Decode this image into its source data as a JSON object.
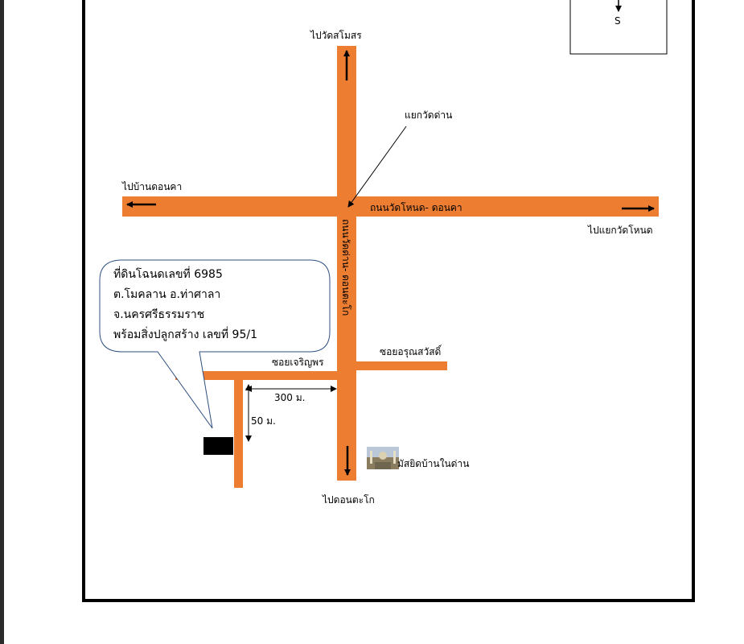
{
  "compass": {
    "south_label": "S"
  },
  "places": {
    "north_dest": "ไปวัดสโมสร",
    "west_dest": "ไปบ้านดอนคา",
    "east_dest": "ไปแยกวัดโหนด",
    "south_dest": "ไปดอนตะโก",
    "junction": "แยกวัดด่าน",
    "mosque": "มัสยิดบ้านในด่าน"
  },
  "roads": {
    "main_ew": "ถนนวัดโหนด- ดอนคา",
    "main_ns": "ถนนวัดด่าน- ดอนตะโก",
    "soi_left": "ซอยเจริญพร",
    "soi_right": "ซอยอรุณสวัสดิ์"
  },
  "distances": {
    "horizontal": "300 ม.",
    "vertical": "50 ม."
  },
  "callout": {
    "line1": "ที่ดินโฉนดเลขที่ 6985",
    "line2": "ต.โมคลาน อ.ท่าศาลา",
    "line3": "จ.นครศรีธรรมราช",
    "line4": "พร้อมสิ่งปลูกสร้าง เลขที่ 95/1"
  },
  "colors": {
    "road": "#ed7d31",
    "frame": "#000000",
    "callout_border": "#2f4f7f"
  }
}
